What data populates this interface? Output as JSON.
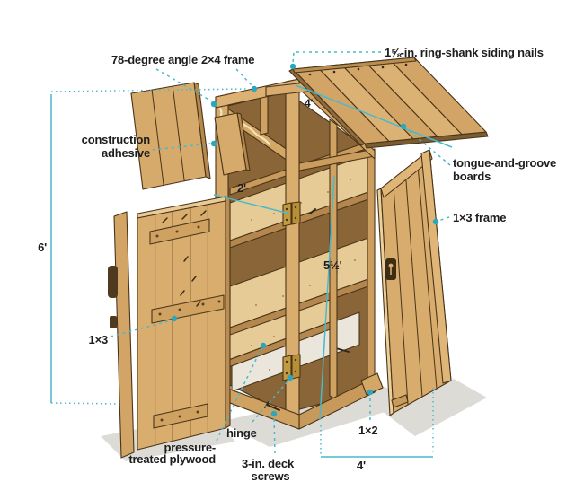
{
  "figure": {
    "title": "Garden tool shed exploded assembly diagram",
    "accent": "#49b9cc",
    "dot_color": "#2aa7be",
    "outline_color": "#4a3419",
    "label_color": "#1d1d1d",
    "wood_color": "#d9ad6e",
    "shadow_color": "#dcdbd6"
  },
  "labels": {
    "angle": "78-degree angle",
    "frame_2x4": "2×4 frame",
    "nails": "1⅝-in. ring-shank siding nails",
    "adhesive_line1": "construction",
    "adhesive_line2": "adhesive",
    "tng_line1": "tongue-and-groove",
    "tng_line2": "boards",
    "frame_1x3": "1×3 frame",
    "dim_height": "6'",
    "dim_front_width": "2'",
    "dim_side_height": "5½'",
    "dim_roof_length": "4'",
    "door_batten_1x3": "1×3",
    "hinge": "hinge",
    "plywood_line1": "pressure-",
    "plywood_line2": "treated plywood",
    "screws_line1": "3-in. deck",
    "screws_line2": "screws",
    "skid_1x2": "1×2",
    "dim_depth": "4'"
  }
}
